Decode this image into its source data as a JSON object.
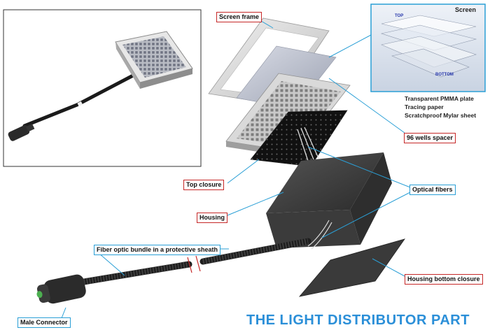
{
  "diagram": {
    "title": "THE LIGHT DISTRIBUTOR PART",
    "inset": {
      "title": "Screen",
      "top_label": "TOP",
      "bottom_label": "BOTTOM"
    },
    "layers": [
      "Transparent PMMA plate",
      "Tracing paper",
      "Scratchproof Mylar sheet"
    ],
    "labels": {
      "screen_frame": "Screen frame",
      "wells_spacer": "96 wells spacer",
      "top_closure": "Top closure",
      "optical_fibers": "Optical fibers",
      "housing": "Housing",
      "fiber_bundle": "Fiber optic bundle in a protective sheath",
      "housing_bottom": "Housing bottom closure",
      "male_connector": "Male Connector"
    },
    "colors": {
      "title": "#2b8fd8",
      "red_label_border": "#c62828",
      "blue_label_border": "#2a9fd6",
      "leader_line": "#2a9fd6"
    }
  }
}
